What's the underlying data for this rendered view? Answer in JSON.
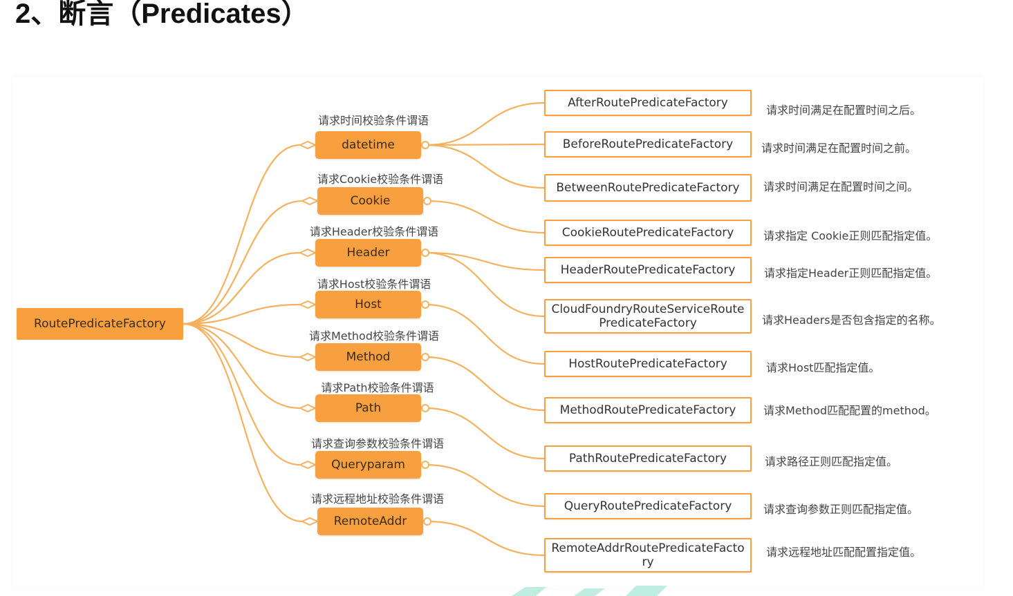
{
  "heading": "2、断言（Predicates）",
  "colors": {
    "accent": "#f8a03f",
    "line": "#f4b15e",
    "leaf_border": "#f8a03f",
    "watermark": "#bfeee0"
  },
  "root": {
    "label": "RoutePredicateFactory"
  },
  "middles": [
    {
      "label": "datetime",
      "caption": "请求时间校验条件谓语"
    },
    {
      "label": "Cookie",
      "caption": "请求Cookie校验条件谓语"
    },
    {
      "label": "Header",
      "caption": "请求Header校验条件谓语"
    },
    {
      "label": "Host",
      "caption": "请求Host校验条件谓语"
    },
    {
      "label": "Method",
      "caption": "请求Method校验条件谓语"
    },
    {
      "label": "Path",
      "caption": "请求Path校验条件谓语"
    },
    {
      "label": "Queryparam",
      "caption": "请求查询参数校验条件谓语"
    },
    {
      "label": "RemoteAddr",
      "caption": "请求远程地址校验条件谓语"
    }
  ],
  "leaves": [
    {
      "label": "AfterRoutePredicateFactory",
      "desc": "请求时间满足在配置时间之后。",
      "parent": 0
    },
    {
      "label": "BeforeRoutePredicateFactory",
      "desc": "请求时间满足在配置时间之前。",
      "parent": 0
    },
    {
      "label": "BetweenRoutePredicateFactory",
      "desc": "请求时间满足在配置时间之间。",
      "parent": 0
    },
    {
      "label": "CookieRoutePredicateFactory",
      "desc": "请求指定 Cookie正则匹配指定值。",
      "parent": 1
    },
    {
      "label": "HeaderRoutePredicateFactory",
      "desc": "请求指定Header正则匹配指定值。",
      "parent": 2
    },
    {
      "label": "CloudFoundryRouteServiceRoutePredicateFactory",
      "desc": "请求Headers是否包含指定的名称。",
      "parent": 2
    },
    {
      "label": "HostRoutePredicateFactory",
      "desc": "请求Host匹配指定值。",
      "parent": 3
    },
    {
      "label": "MethodRoutePredicateFactory",
      "desc": "请求Method匹配配置的method。",
      "parent": 4
    },
    {
      "label": "PathRoutePredicateFactory",
      "desc": "请求路径正则匹配指定值。",
      "parent": 5
    },
    {
      "label": "QueryRoutePredicateFactory",
      "desc": "请求查询参数正则匹配指定值。",
      "parent": 6
    },
    {
      "label": "RemoteAddrRoutePredicateFactory",
      "desc": "请求远程地址匹配配置指定值。",
      "parent": 7
    }
  ]
}
